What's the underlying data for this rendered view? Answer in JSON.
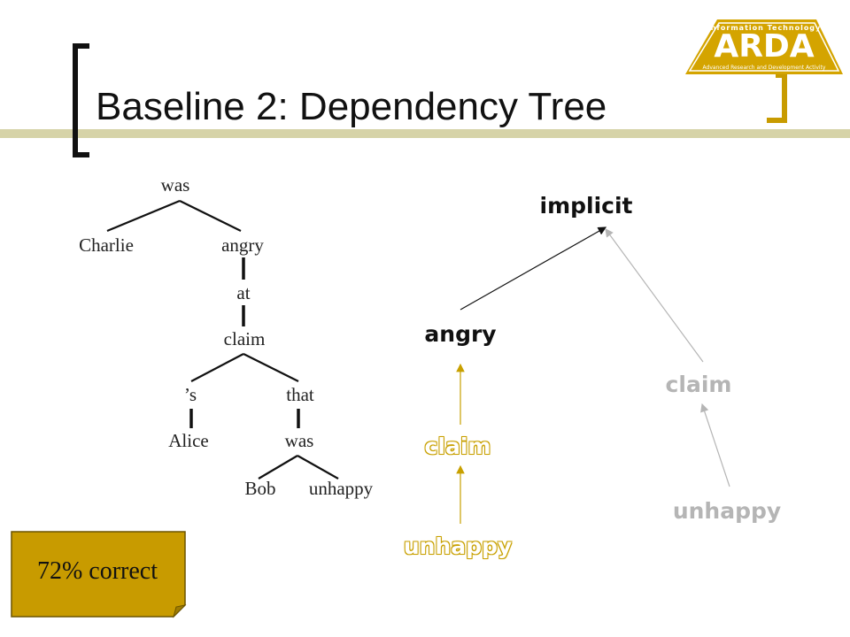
{
  "slide": {
    "title": "Baseline 2: Dependency Tree",
    "accent_color": "#c89b00"
  },
  "logo": {
    "top_text": "Information Technology",
    "main_text": "ARDA",
    "bottom_text": "Advanced Research and Development Activity"
  },
  "parse_tree": {
    "nodes": {
      "was_top": "was",
      "charlie": "Charlie",
      "angry": "angry",
      "at": "at",
      "claim": "claim",
      "poss": "’s",
      "that": "that",
      "alice": "Alice",
      "was_low": "was",
      "bob": "Bob",
      "unhappy": "unhappy"
    }
  },
  "dependency_diagram": {
    "implicit": "implicit",
    "left_chain": [
      "angry",
      "claim",
      "unhappy"
    ],
    "right_chain": [
      "claim",
      "unhappy"
    ],
    "colors": {
      "black": "#111111",
      "gold": "#c8a000",
      "gray": "#b5b5b5"
    }
  },
  "note": {
    "text": "72% correct",
    "color": "#c89b00"
  }
}
